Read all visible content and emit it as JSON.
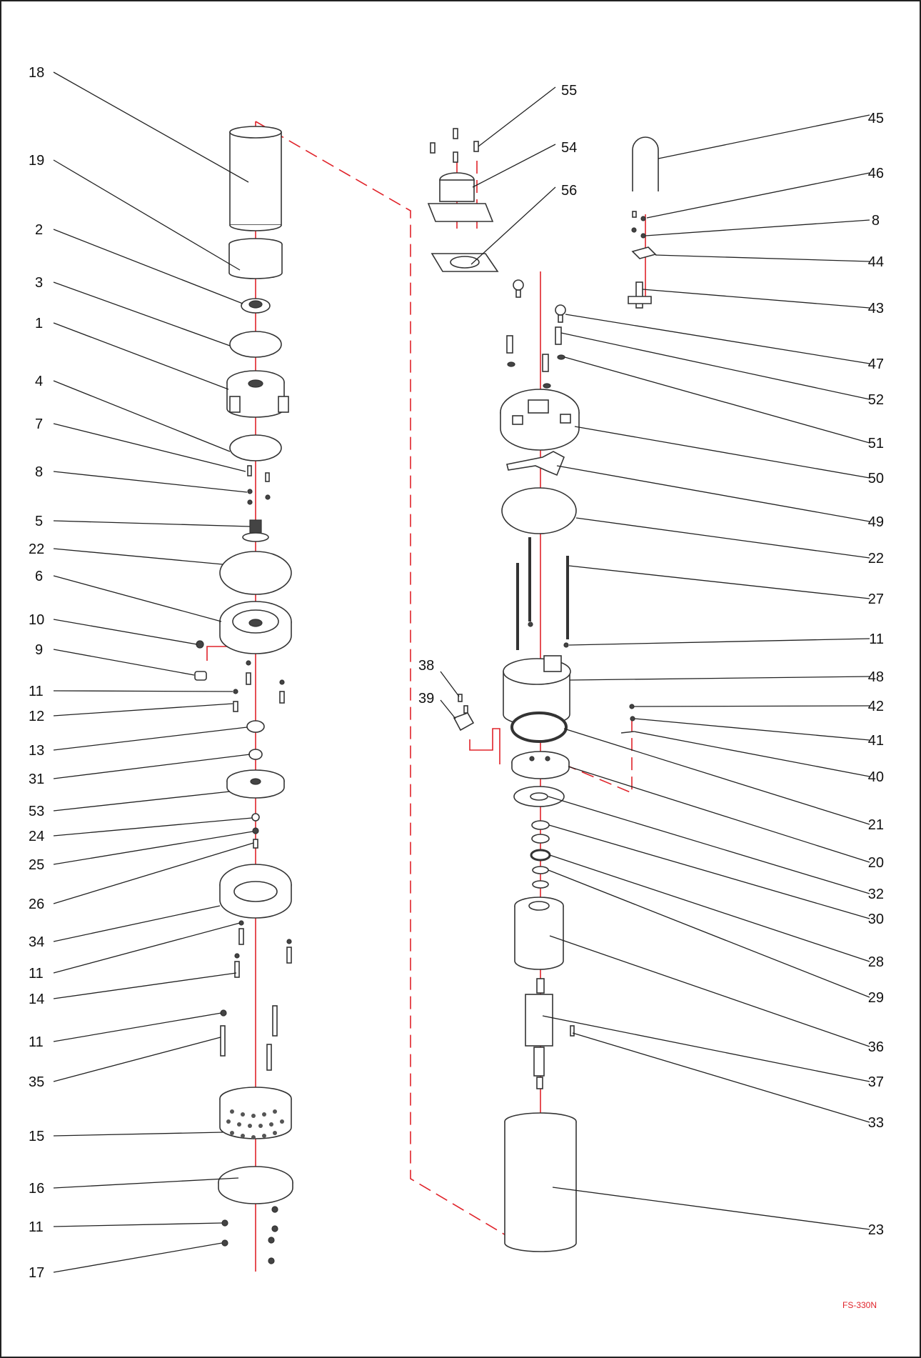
{
  "drawing": {
    "model_code": "FS-330N",
    "left_column_labels": [
      "18",
      "19",
      "2",
      "3",
      "1",
      "4",
      "7",
      "8",
      "5",
      "22",
      "6",
      "10",
      "9",
      "11",
      "12",
      "13",
      "31",
      "53",
      "24",
      "25",
      "26",
      "34",
      "11",
      "14",
      "11",
      "35",
      "15",
      "16",
      "11",
      "17"
    ],
    "right_column_labels": [
      "45",
      "46",
      "8",
      "44",
      "43",
      "47",
      "52",
      "51",
      "50",
      "49",
      "22",
      "27",
      "11",
      "48",
      "42",
      "41",
      "40",
      "21",
      "20",
      "32",
      "30",
      "28",
      "29",
      "36",
      "37",
      "33",
      "23"
    ],
    "top_center_labels": [
      "55",
      "54",
      "56"
    ],
    "middle_labels": [
      "38",
      "39"
    ]
  },
  "colors": {
    "axis_line": "#e0232a",
    "leader_line": "#222222",
    "part_outline": "#333333",
    "background": "#ffffff"
  }
}
